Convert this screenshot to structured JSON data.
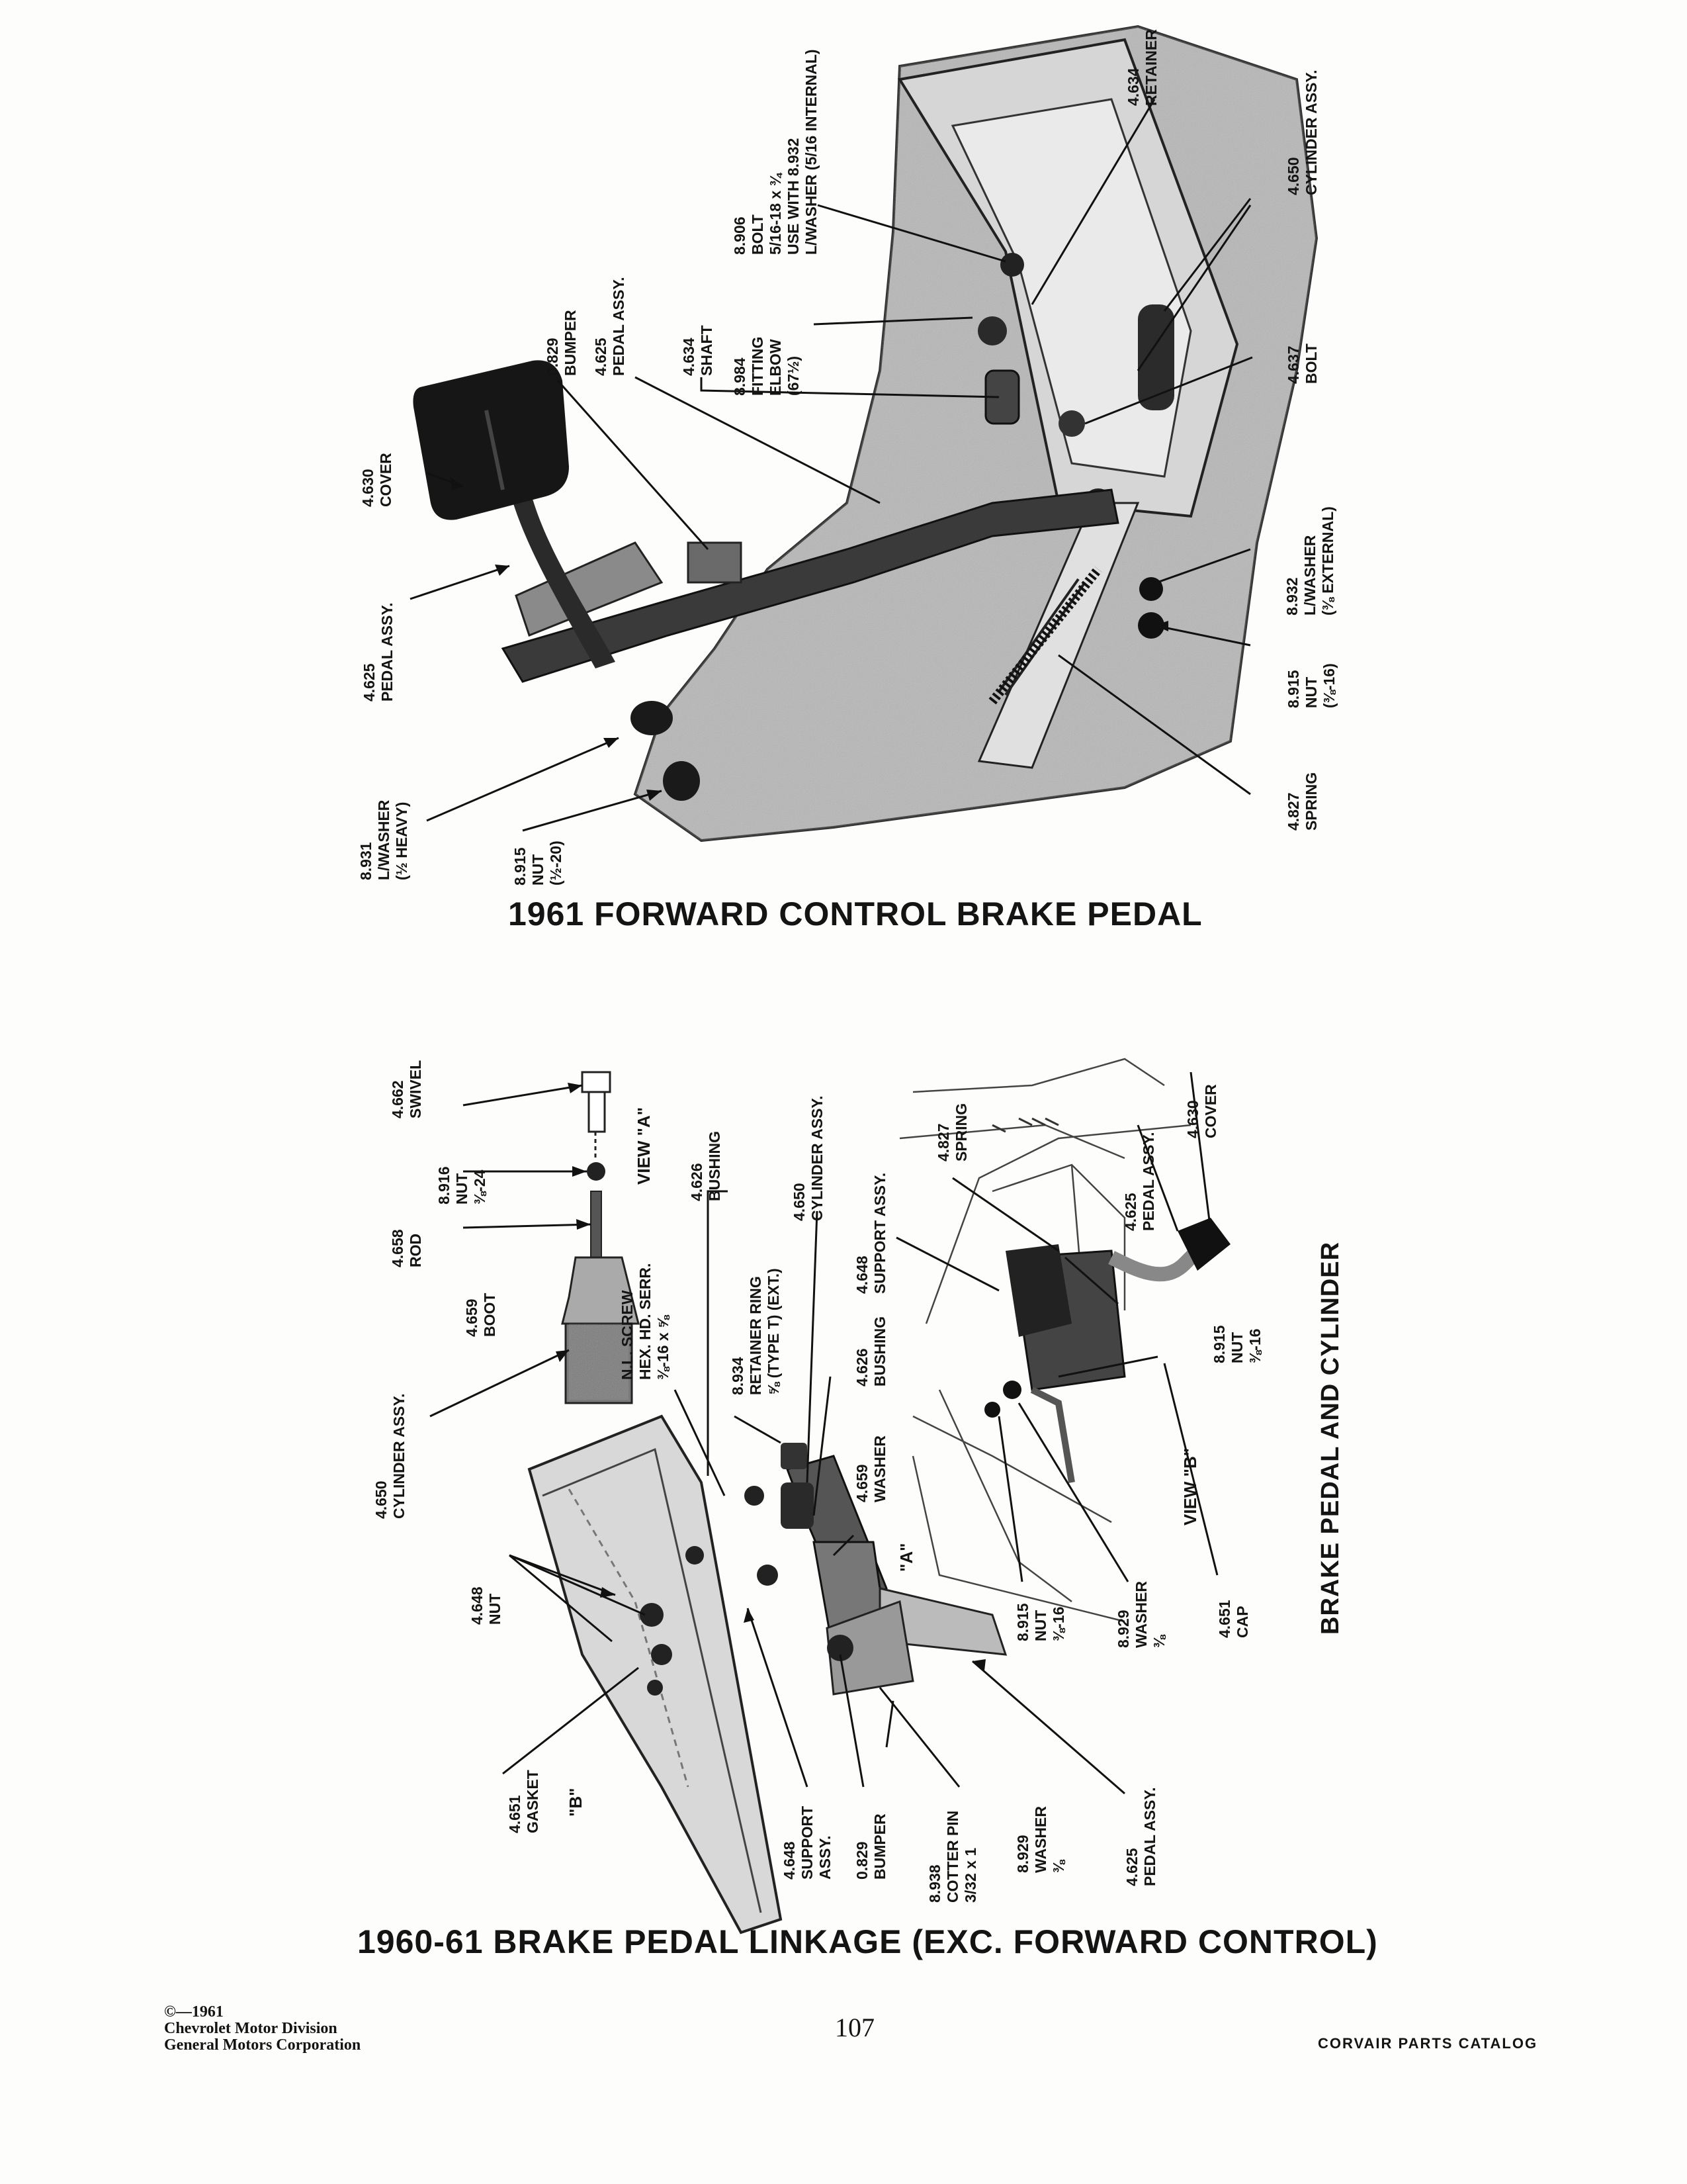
{
  "top": {
    "caption": "1961 FORWARD CONTROL BRAKE PEDAL",
    "labels": {
      "cover": [
        "4.630",
        "COVER"
      ],
      "pedal_left": [
        "4.625",
        "PEDAL ASSY."
      ],
      "washer_heavy": [
        "8.931",
        "L/WASHER",
        "(½ HEAVY)"
      ],
      "nut_20": [
        "8.915",
        "NUT",
        "(½-20)"
      ],
      "bumper": [
        "0.829",
        "BUMPER"
      ],
      "pedal_mid": [
        "4.625",
        "PEDAL ASSY."
      ],
      "shaft": [
        "4.634",
        "SHAFT"
      ],
      "fitting": [
        "8.984",
        "FITTING",
        "ELBOW",
        "(67½)"
      ],
      "bolt_906": [
        "8.906",
        "BOLT",
        "5/16-18 x ¾",
        "USE WITH 8.932",
        "L/WASHER (5/16 INTERNAL)"
      ],
      "retainer": [
        "4.634",
        "RETAINER"
      ],
      "cyl": [
        "4.650",
        "CYLINDER ASSY."
      ],
      "bolt_637": [
        "4.637",
        "BOLT"
      ],
      "lwasher_ext": [
        "8.932",
        "L/WASHER",
        "(⅜ EXTERNAL)"
      ],
      "nut_16": [
        "8.915",
        "NUT",
        "(⅜-16)"
      ],
      "spring": [
        "4.827",
        "SPRING"
      ]
    }
  },
  "bottom": {
    "caption": "1960-61 BRAKE PEDAL LINKAGE (EXC. FORWARD CONTROL)",
    "side_caption": "BRAKE PEDAL AND CYLINDER",
    "view_a": "VIEW \"A\"",
    "view_b": "VIEW \"B\"",
    "tag_a": "\"A\"",
    "tag_b": "\"B\"",
    "labels": {
      "swivel": [
        "4.662",
        "SWIVEL"
      ],
      "nut916": [
        "8.916",
        "NUT",
        "⅜-24"
      ],
      "rod": [
        "4.658",
        "ROD"
      ],
      "boot": [
        "4.659",
        "BOOT"
      ],
      "cyl_left": [
        "4.650",
        "CYLINDER ASSY."
      ],
      "screw": [
        "N.L. SCREW",
        "HEX. HD. SERR.",
        "⅜-16 x ⅝"
      ],
      "retring": [
        "8.934",
        "RETAINER RING",
        "⅝ (TYPE T) (EXT.)"
      ],
      "bushing_top": [
        "4.626",
        "BUSHING"
      ],
      "cyl_mid": [
        "4.650",
        "CYLINDER ASSY."
      ],
      "bushing_mid": [
        "4.626",
        "BUSHING"
      ],
      "washer659": [
        "4.659",
        "WASHER"
      ],
      "nut648": [
        "4.648",
        "NUT"
      ],
      "gasket": [
        "4.651",
        "GASKET"
      ],
      "support_left": [
        "4.648",
        "SUPPORT",
        "ASSY."
      ],
      "bumper": [
        "0.829",
        "BUMPER"
      ],
      "cotter": [
        "8.938",
        "COTTER PIN",
        "3/32 x 1"
      ],
      "washer929_left": [
        "8.929",
        "WASHER",
        "⅜"
      ],
      "pedal_bottom": [
        "4.625",
        "PEDAL ASSY."
      ],
      "support_right": [
        "4.648",
        "SUPPORT ASSY."
      ],
      "spring": [
        "4.827",
        "SPRING"
      ],
      "pedal_right": [
        "4.625",
        "PEDAL ASSY."
      ],
      "cover": [
        "4.630",
        "COVER"
      ],
      "nut915_right": [
        "8.915",
        "NUT",
        "⅜-16"
      ],
      "nut915_low": [
        "8.915",
        "NUT",
        "⅜-16"
      ],
      "washer929_right": [
        "8.929",
        "WASHER",
        "⅜"
      ],
      "cap": [
        "4.651",
        "CAP"
      ]
    }
  },
  "footer": {
    "copyright": [
      "©—1961",
      "Chevrolet Motor Division",
      "General Motors Corporation"
    ],
    "page_number": "107",
    "catalog": "CORVAIR PARTS CATALOG"
  }
}
